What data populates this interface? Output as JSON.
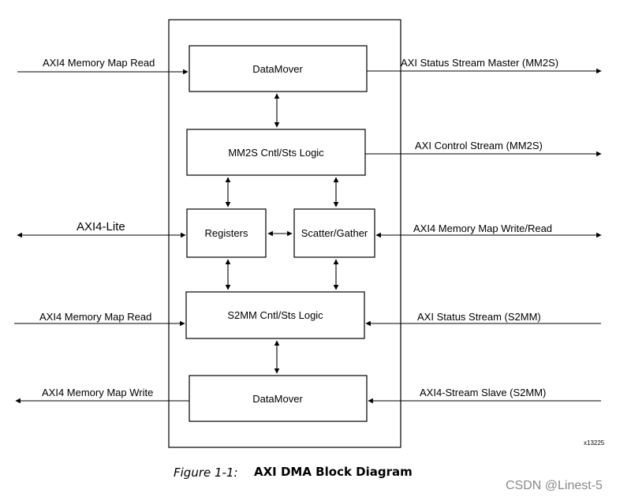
{
  "blocks": {
    "datamover_top": "DataMover",
    "mm2s_logic": "MM2S Cntl/Sts Logic",
    "registers": "Registers",
    "scatter_gather": "Scatter/Gather",
    "s2mm_logic": "S2MM Cntl/Sts Logic",
    "datamover_bottom": "DataMover"
  },
  "signals": {
    "left": {
      "mm_read_top": "AXI4 Memory Map Read",
      "axi4_lite": "AXI4-Lite",
      "mm_read_bottom": "AXI4 Memory Map Read",
      "mm_write": "AXI4 Memory Map Write"
    },
    "right": {
      "status_master": "AXI Status Stream Master (MM2S)",
      "control_stream": "AXI Control Stream (MM2S)",
      "mm_write_read": "AXI4 Memory Map Write/Read",
      "status_s2mm": "AXI Status Stream (S2MM)",
      "stream_slave": "AXI4-Stream Slave (S2MM)"
    }
  },
  "figure_id": "x13225",
  "caption": {
    "label": "Figure 1-1:",
    "title": "AXI DMA Block Diagram"
  },
  "watermark": "CSDN @Linest-5"
}
